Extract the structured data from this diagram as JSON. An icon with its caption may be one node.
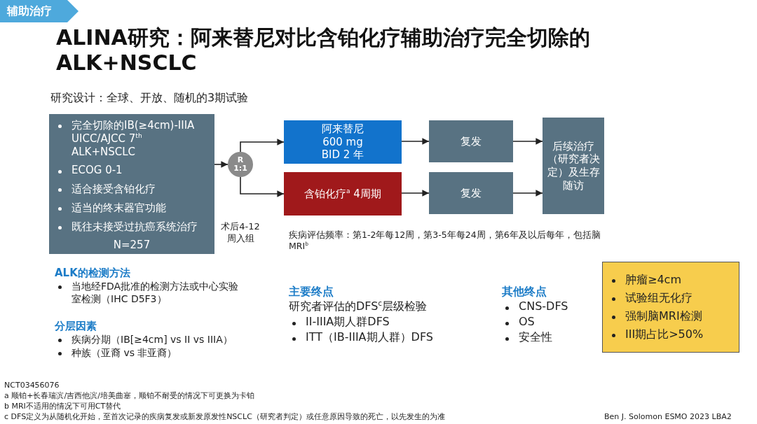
{
  "diagram": {
    "title": "ALINA研究：阿来替尼对比含铂化疗辅助治疗完全切除的ALK+NSCLC",
    "nodes": [
      {
        "text": [
          "完全切除的IB(≥4cm)-IIIA UICC/AJCC 7$^{th}$ ALK+NSCLC",
          "ECOG 0-1",
          "适合接受含铂化疗",
          "适当的终末器官功能",
          "既往未接受过抗癌系统治疗",
          "N=257"
        ]
      },
      {
        "text": [
          "R 1:1"
        ]
      },
      {
        "text": [
          "阿来替尼 600 mg BID 2 年"
        ]
      },
      {
        "text": [
          "含铂化疗$^{a}$ 4周期"
        ]
      },
      {
        "text": [
          "复发"
        ]
      },
      {
        "text": [
          "复发"
        ]
      },
      {
        "text": [
          "后续治疗（研究者决定）及生存随访"
        ]
      },
      {
        "text": [
          "肿瘤≥4cm",
          "试验组无化疗",
          "强制脑MRI检测",
          "III期占比>50%"
        ]
      }
    ],
    "edges": [
      {
        "from": 0,
        "to": 1,
        "arrow": "to"
      },
      {
        "from": 1,
        "to": 2,
        "arrow": "to"
      },
      {
        "from": 1,
        "to": 3,
        "arrow": "to"
      },
      {
        "from": 2,
        "to": 4,
        "arrow": "to"
      },
      {
        "from": 3,
        "to": 5,
        "arrow": "to"
      },
      {
        "from": 4,
        "to": 6,
        "arrow": "to"
      },
      {
        "from": 5,
        "to": 6,
        "arrow": "to"
      }
    ],
    "labels": [
      "辅助治疗",
      "研究设计：全球、开放、随机的3期试验",
      "术后4-12周入组",
      "疾病评估频率：第1-2年每12周，第3-5年每24周，第6年及以后每年，包括脑MRI$^{b}$",
      "ALK的检测方法",
      "当地经FDA批准的检测方法或中心实验室检测（IHC D5F3）",
      "分层因素",
      "疾病分期（IB[≥4cm] vs II vs IIIA）",
      "种族（亚裔 vs 非亚裔）",
      "主要终点",
      "研究者评估的DFS$^{c}$层级检验",
      "II-IIIA期人群DFS",
      "ITT（IB-IIIA期人群）DFS",
      "其他终点",
      "CNS-DFS",
      "OS",
      "安全性",
      "NCT03456076",
      "a 顺铂+长春瑞滨/吉西他滨/培美曲塞，顺铂不耐受的情况下可更换为卡铂",
      "b MRI不适用的情况下可用CT替代",
      "c DFS定义为从随机化开始，至首次记录的疾病复发或新发原发性NSCLC（研究者判定）或任意原因导致的死亡，以先发生的为准",
      "Ben J. Solomon ESMO 2023 LBA2"
    ]
  }
}
